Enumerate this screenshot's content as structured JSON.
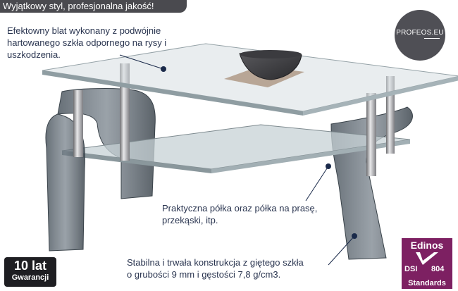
{
  "header": {
    "slogan": "Wyjątkowy styl, profesjonalna jakość!"
  },
  "callouts": {
    "top_glass": [
      "Efektowny blat wykonany z podwójnie",
      "hartowanego szkła odpornego na rysy i",
      "uszkodzenia."
    ],
    "shelf": [
      "Praktyczna półka oraz półka na prasę,",
      "przekąski, itp."
    ],
    "construction": [
      "Stabilna i trwała konstrukcja z giętego szkła",
      "o grubości 9 mm i gęstości 7,8 g/cm3."
    ]
  },
  "logo": {
    "text": "PROFEOS.EU"
  },
  "warranty": {
    "main": "10 lat",
    "sub": "Gwarancji"
  },
  "badge": {
    "title": "Edinos",
    "dsi": "DSI",
    "number": "804",
    "standards": "Standards"
  },
  "colors": {
    "accent_dark": "#1a2a4a",
    "banner": "#4a4a4f",
    "badge": "#7d2062",
    "glass": "#b9c6c9"
  }
}
